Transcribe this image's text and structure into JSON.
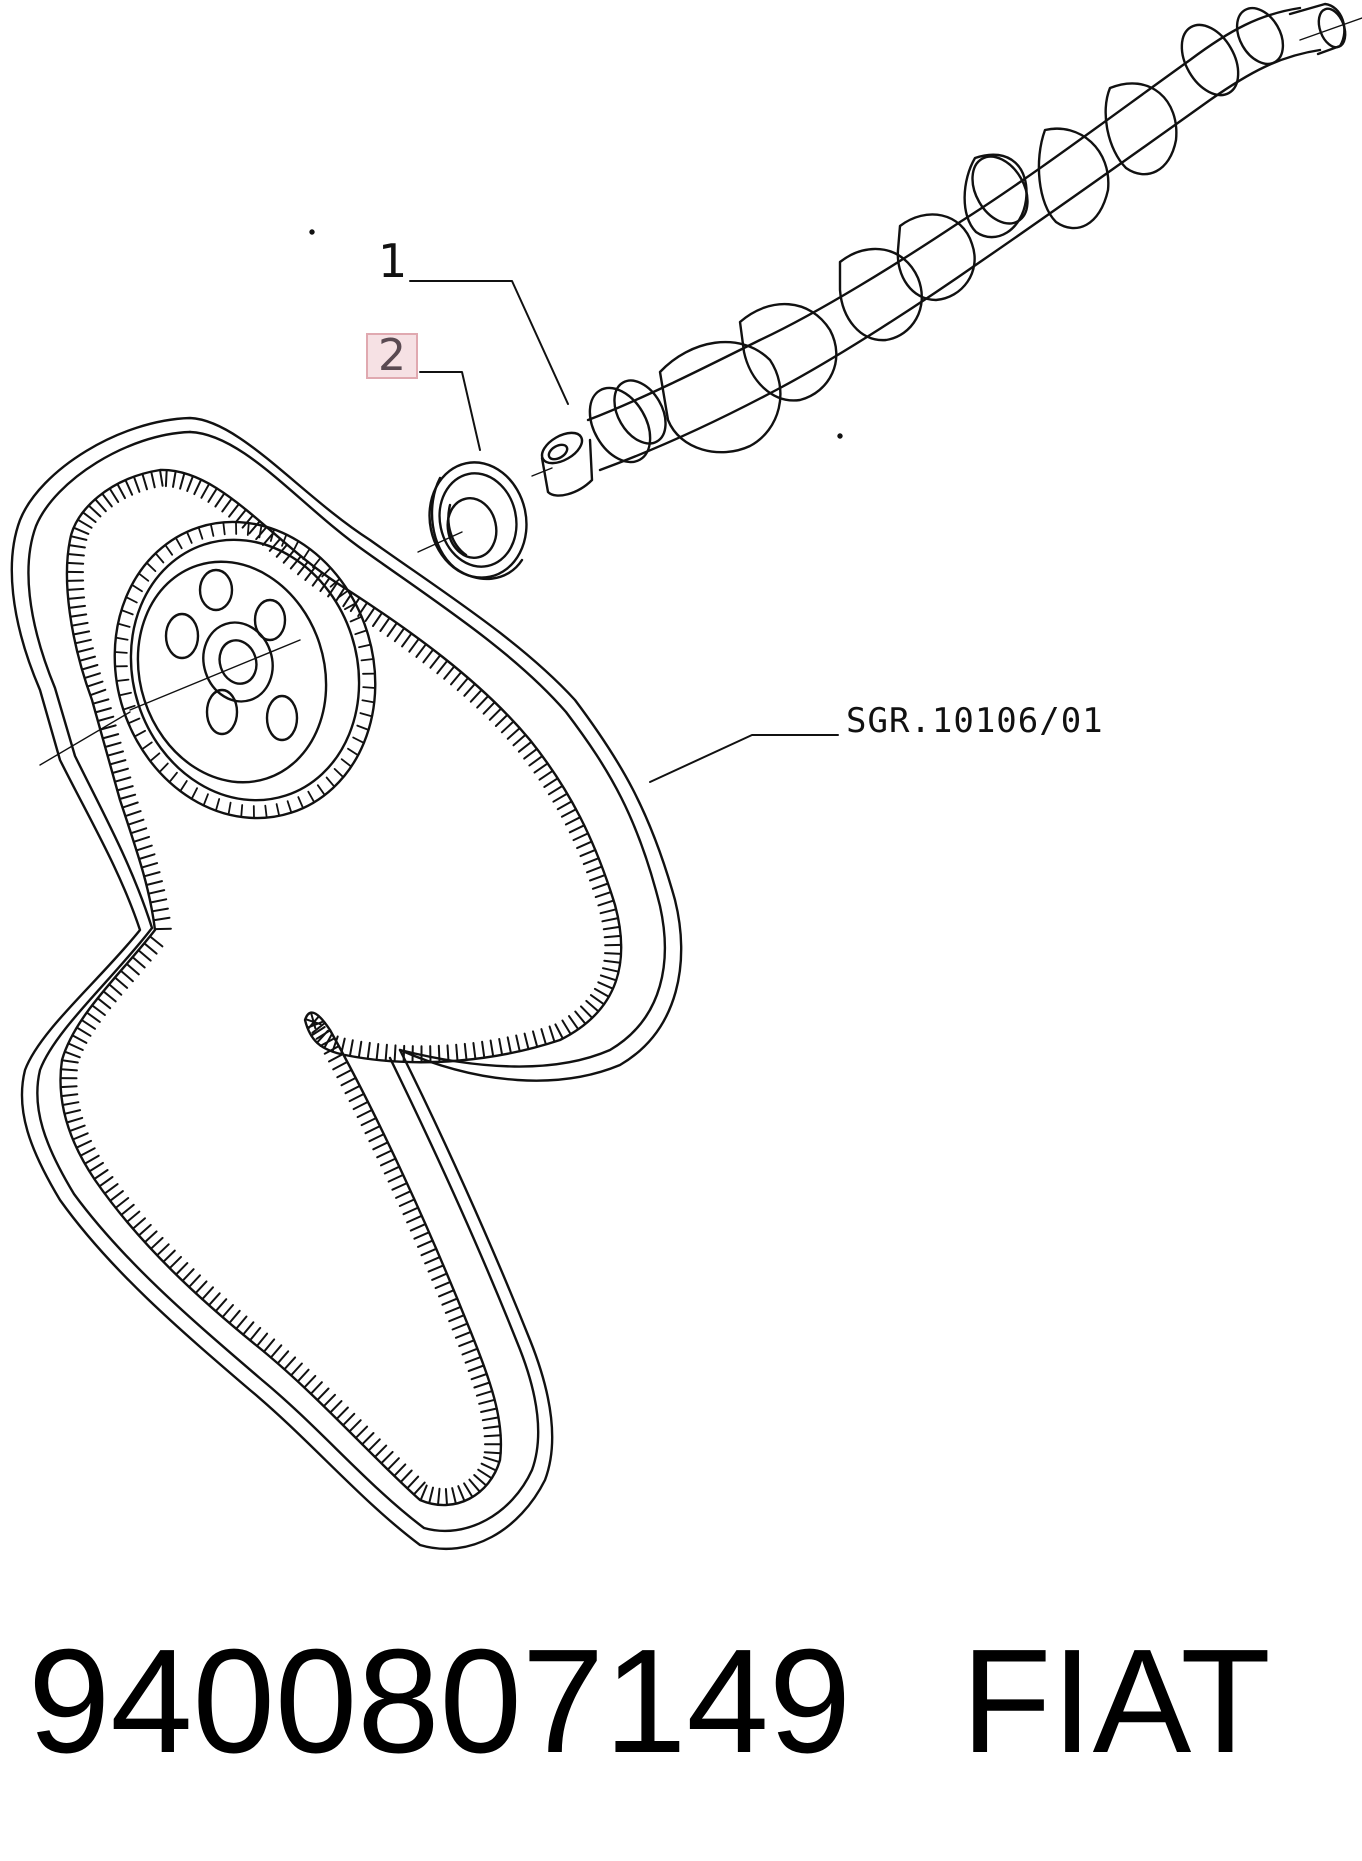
{
  "diagram": {
    "callouts": [
      {
        "label": "1",
        "part": "camshaft"
      },
      {
        "label": "2",
        "part": "oil seal"
      }
    ],
    "drawing_reference": "SGR.10106/01",
    "highlight_color": "#e0a9b0",
    "line_color": "#111111"
  },
  "footer": {
    "part_number": "9400807149",
    "brand": "FIAT"
  }
}
